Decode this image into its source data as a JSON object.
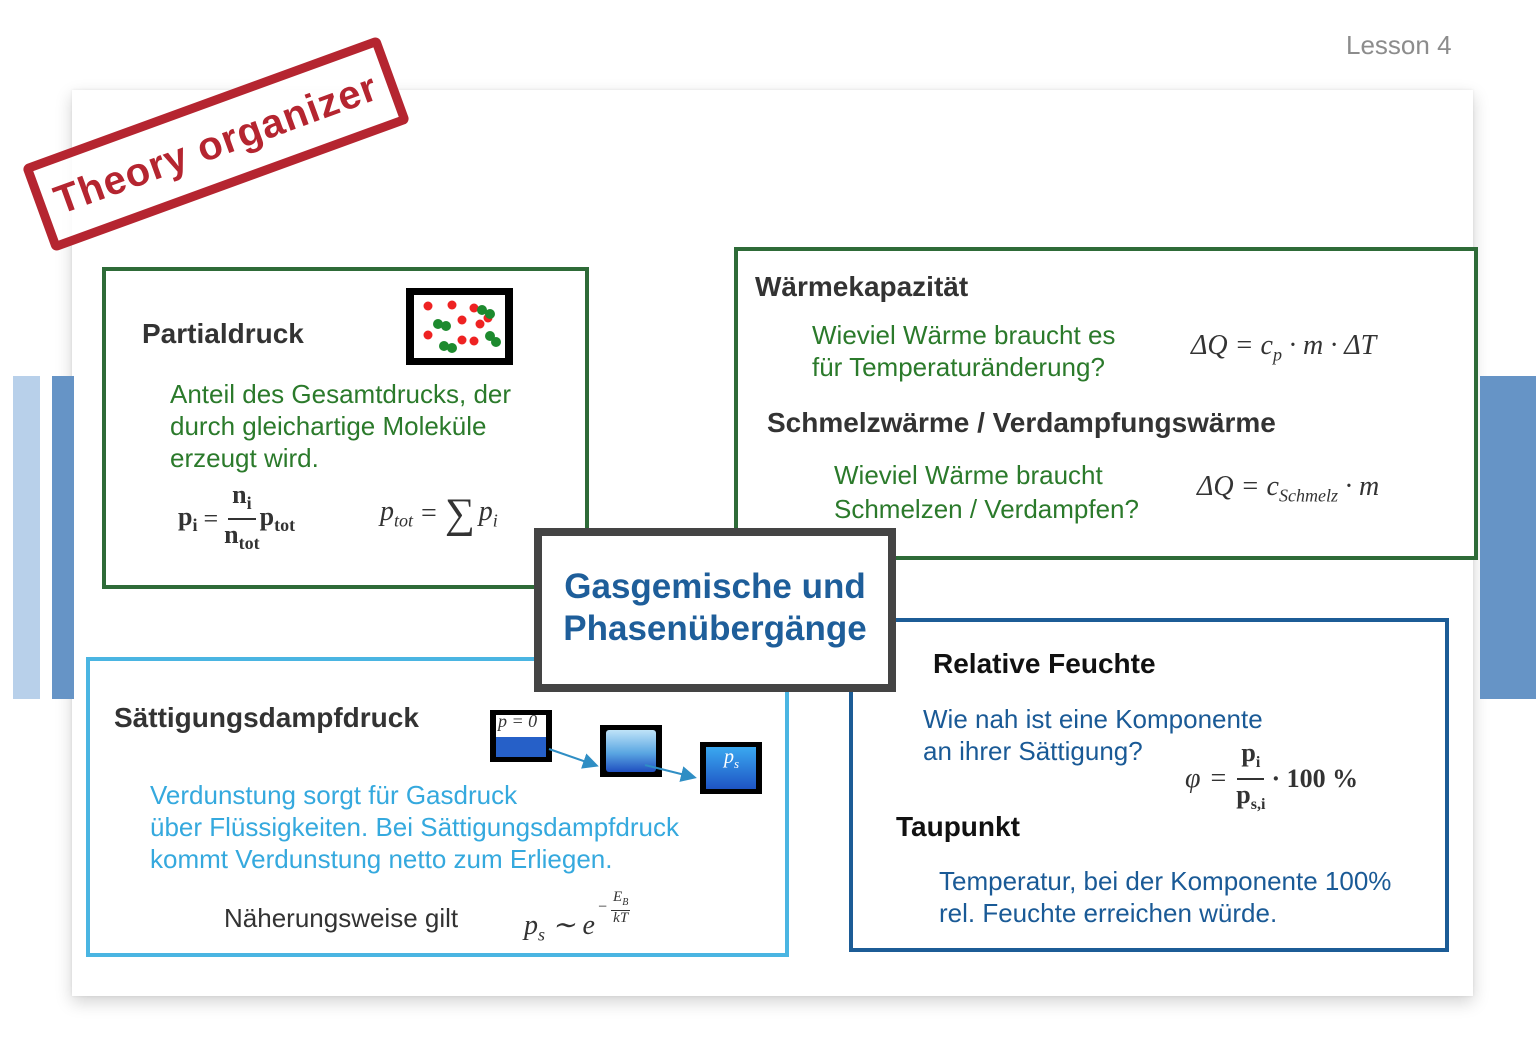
{
  "header": {
    "lesson": "Lesson 4"
  },
  "stamp": {
    "label": "Theory organizer"
  },
  "center": {
    "title_line1": "Gasgemische und",
    "title_line2": "Phasenübergänge"
  },
  "partialdruck": {
    "title": "Partialdruck",
    "text_line1": "Anteil des Gesamtdrucks, der",
    "text_line2": "durch gleichartige Moleküle",
    "text_line3": "erzeugt wird.",
    "formula_lhs": "p",
    "formula_lhs_sub": "i",
    "formula_num": "n",
    "formula_num_sub": "i",
    "formula_den": "n",
    "formula_den_sub": "tot",
    "formula_ptot": "p",
    "formula_ptot_sub": "tot",
    "formula2_lhs": "p",
    "formula2_lhs_sub": "tot",
    "formula2_rhs": "p",
    "formula2_rhs_sub": "i"
  },
  "waerme": {
    "title": "Wärmekapazität",
    "question_line1": "Wieviel Wärme braucht es",
    "question_line2": "für Temperaturänderung?",
    "formula": "ΔQ = c",
    "formula_sub": "p",
    "formula_tail": " · m · ΔT",
    "title2": "Schmelzwärme / Verdampfungswärme",
    "question2_line1": "Wieviel Wärme braucht",
    "question2_line2": "Schmelzen / Verdampfen?",
    "formula2": "ΔQ = c",
    "formula2_sub": "Schmelz",
    "formula2_tail": " · m"
  },
  "saettigung": {
    "title": "Sättigungsdampfdruck",
    "icon1_label": "p = 0",
    "icon3_label": "p",
    "icon3_sub": "s",
    "text_line1": "Verdunstung sorgt für Gasdruck",
    "text_line2": "über Flüssigkeiten. Bei Sättigungsdampfdruck",
    "text_line3": "kommt Verdunstung netto zum Erliegen.",
    "approx_label": "Näherungsweise gilt",
    "formula_lhs": "p",
    "formula_lhs_sub": "s",
    "formula_rel": "∼ e",
    "formula_exp_num": "E",
    "formula_exp_num_sub": "B",
    "formula_exp_den": "kT"
  },
  "feuchte": {
    "title": "Relative Feuchte",
    "question_line1": "Wie nah ist eine Komponente",
    "question_line2": "an ihrer Sättigung?",
    "formula_lhs": "φ",
    "formula_num": "p",
    "formula_num_sub": "i",
    "formula_den": "p",
    "formula_den_sub": "s,i",
    "formula_tail": "· 100 %",
    "title2": "Taupunkt",
    "text_line1": "Temperatur, bei der Komponente 100%",
    "text_line2": "rel. Feuchte erreichen würde."
  },
  "colors": {
    "green": "#2e6b38",
    "cyan": "#4ab5e2",
    "navy": "#1c5c96",
    "stamp": "#b52530",
    "bar": "#6694c6"
  }
}
